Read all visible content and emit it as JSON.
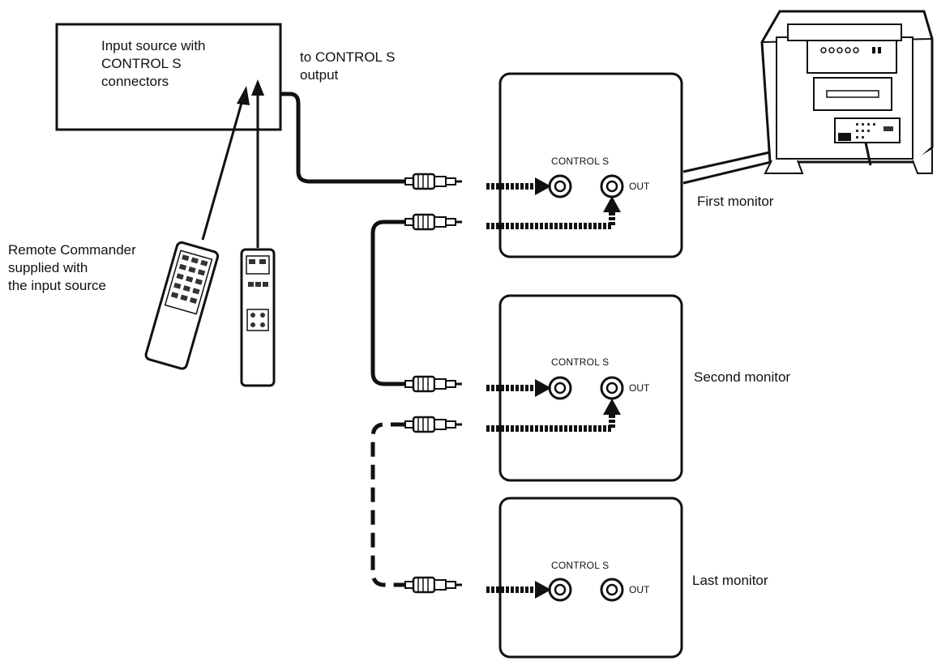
{
  "source": {
    "box_label_lines": [
      "Input source with",
      "CONTROL S",
      "connectors"
    ],
    "output_label_lines": [
      "to CONTROL S",
      "output"
    ]
  },
  "remote": {
    "label_lines": [
      "Remote Commander",
      "supplied with",
      "the input source"
    ]
  },
  "monitors": [
    {
      "name": "First monitor",
      "control_label": "CONTROL S",
      "out_label": "OUT"
    },
    {
      "name": "Second monitor",
      "control_label": "CONTROL S",
      "out_label": "OUT"
    },
    {
      "name": "Last monitor",
      "control_label": "CONTROL S",
      "out_label": "OUT"
    }
  ]
}
